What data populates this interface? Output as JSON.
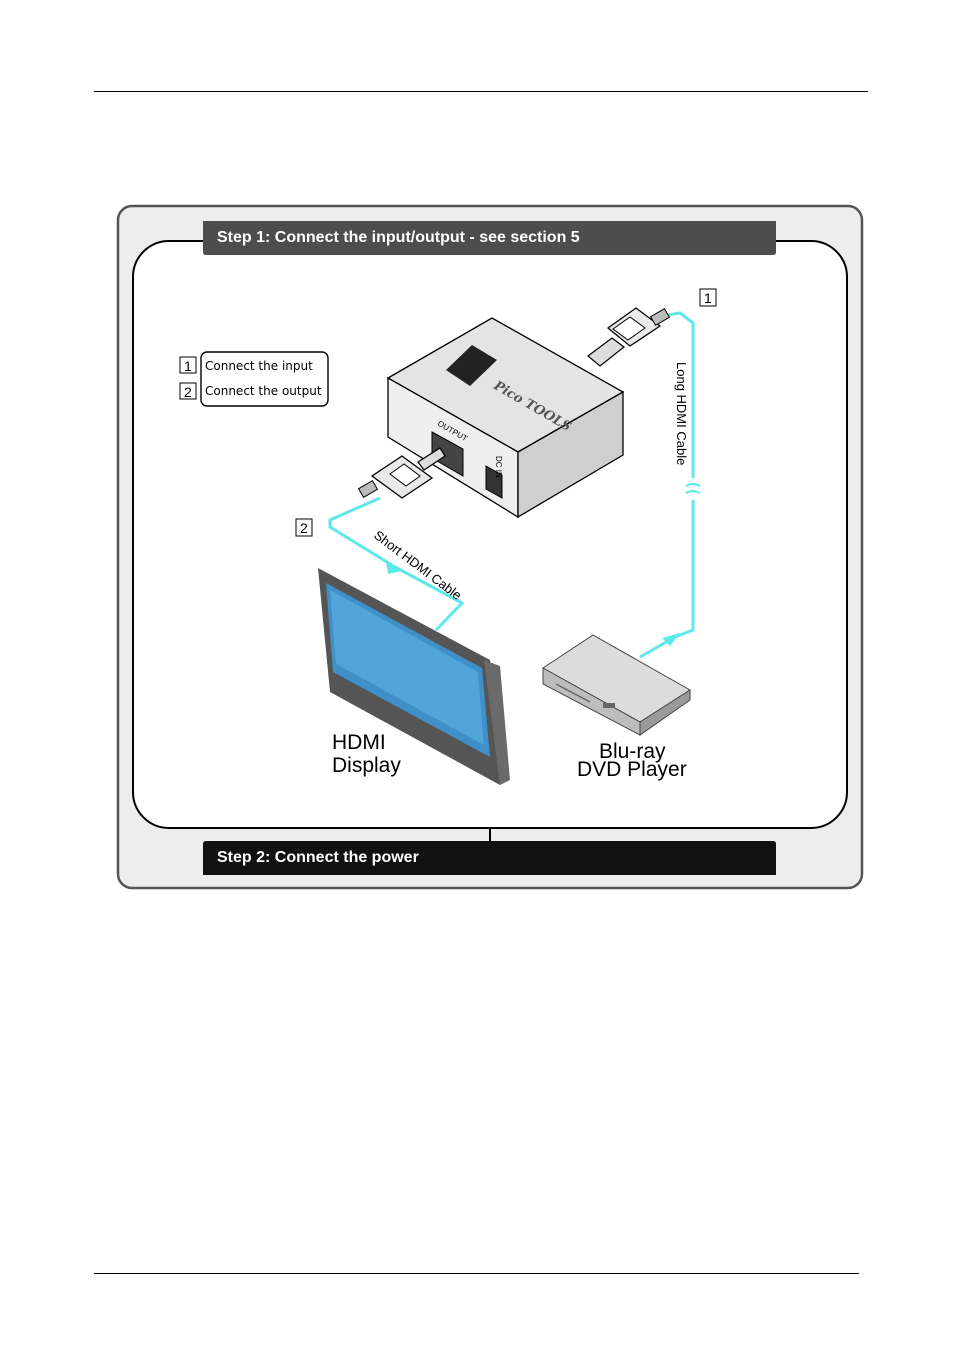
{
  "step1": {
    "label": "Step 1: Connect the input/output - see section 5"
  },
  "step2": {
    "label": "Step 2: Connect the power"
  },
  "legend": [
    {
      "num": "1",
      "text": "Connect the input"
    },
    {
      "num": "2",
      "text": "Connect the output"
    }
  ],
  "callouts": {
    "input_num": "1",
    "output_num": "2"
  },
  "cables": {
    "long": "Long HDMI Cable",
    "short": "Short HDMI Cable"
  },
  "device": {
    "port_label": "OUTPUT",
    "power_label": "DC IN",
    "brand": "Pico TOOLS"
  },
  "display": {
    "line1": "HDMI",
    "line2": "Display"
  },
  "player": {
    "line1": "Blu-ray",
    "line2": "DVD Player"
  },
  "colors": {
    "cable": "#5fe8e8",
    "step_bar": "#4d4d4d",
    "frame": "#555555",
    "inner_bg": "#ffffff",
    "outer_bg": "#ededed"
  }
}
